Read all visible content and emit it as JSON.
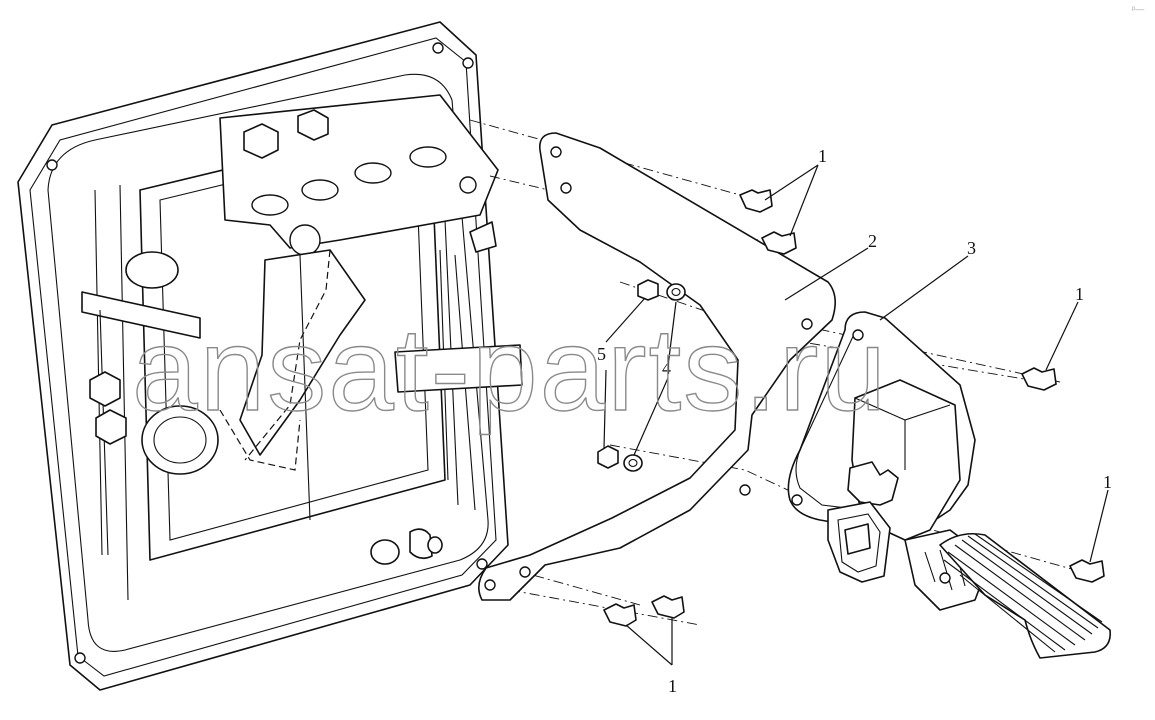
{
  "watermark": "ansat-parts.ru",
  "corner_mark": "ᵖ—",
  "callouts": {
    "bolt_upper": "1",
    "bolt_right_upper": "1",
    "bolt_right_lower": "1",
    "bolt_bottom": "1",
    "bracket": "2",
    "pedal_bracket": "3",
    "washer": "4",
    "nut": "5"
  }
}
